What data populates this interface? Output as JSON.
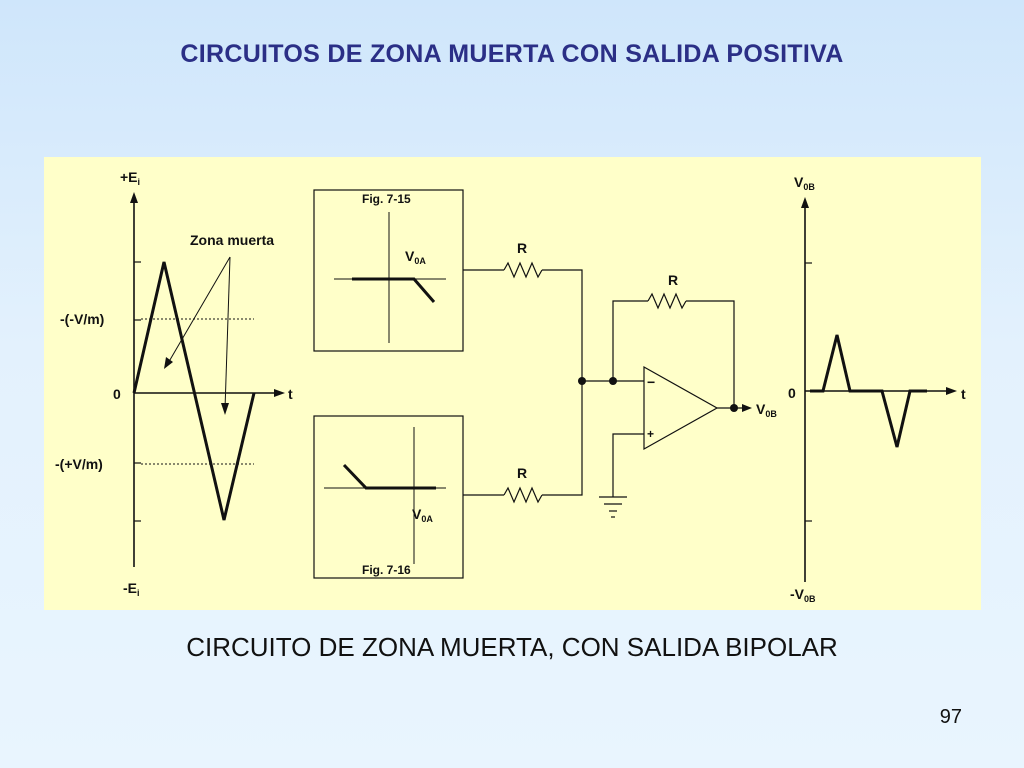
{
  "slide": {
    "title": "CIRCUITOS DE ZONA MUERTA CON SALIDA POSITIVA",
    "caption": "CIRCUITO DE ZONA MUERTA, CON SALIDA BIPOLAR",
    "page_number": "97"
  },
  "input_graph": {
    "y_top_label": "+E",
    "y_top_sub": "i",
    "y_bottom_label": "-E",
    "y_bottom_sub": "i",
    "origin_label": "0",
    "t_label": "t",
    "upper_threshold_label": "-(-V/m)",
    "lower_threshold_label": "-(+V/m)",
    "annotation": "Zona muerta"
  },
  "fig_top": {
    "caption": "Fig. 7-15",
    "output_label": "V",
    "output_sub": "0A"
  },
  "fig_bottom": {
    "caption": "Fig. 7-16",
    "output_label": "V",
    "output_sub": "0A"
  },
  "circuit": {
    "resistor_top": "R",
    "resistor_feedback": "R",
    "resistor_bottom": "R",
    "minus_sign": "−",
    "plus_sign": "+",
    "output_label": "V",
    "output_sub": "0B"
  },
  "output_graph": {
    "y_top_label": "V",
    "y_top_sub": "0B",
    "y_bottom_label": "-V",
    "y_bottom_sub": "0B",
    "origin_label": "0",
    "t_label": "t"
  }
}
